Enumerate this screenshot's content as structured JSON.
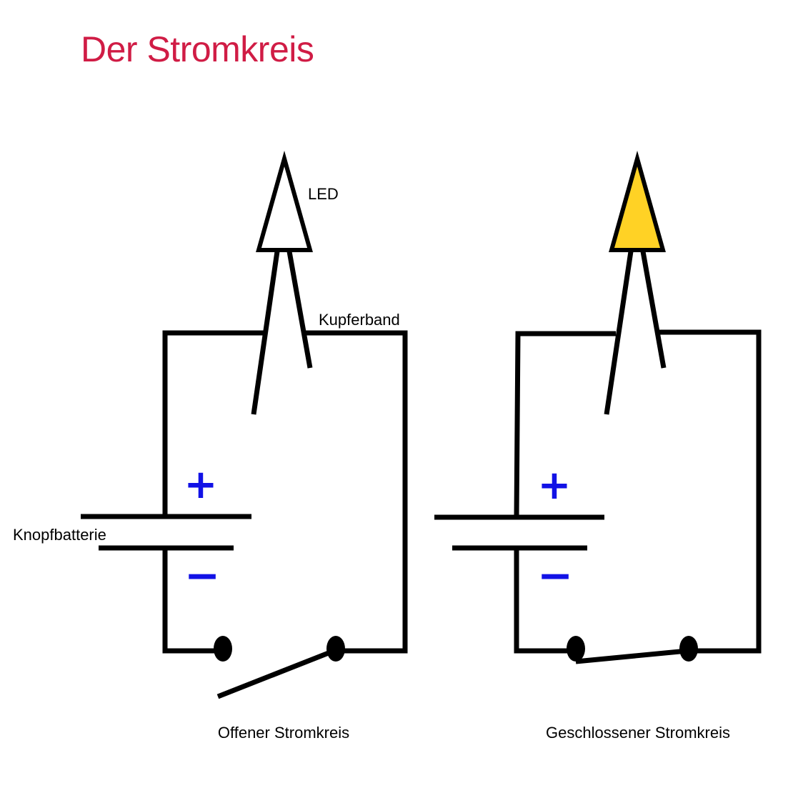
{
  "title": "Der Stromkreis",
  "labels": {
    "led": "LED",
    "copper_tape": "Kupferband",
    "coin_battery": "Knopfbatterie"
  },
  "circuits": [
    {
      "caption": "Offener Stromkreis",
      "state": "open",
      "led_lit": false
    },
    {
      "caption": "Geschlossener Stromkreis",
      "state": "closed",
      "led_lit": true
    }
  ],
  "symbols": {
    "plus": "+",
    "minus": "−"
  },
  "colors": {
    "title": "#d01c45",
    "wire": "#000000",
    "polarity": "#1212e6",
    "led_on": "#ffd225",
    "led_off": "#ffffff"
  }
}
